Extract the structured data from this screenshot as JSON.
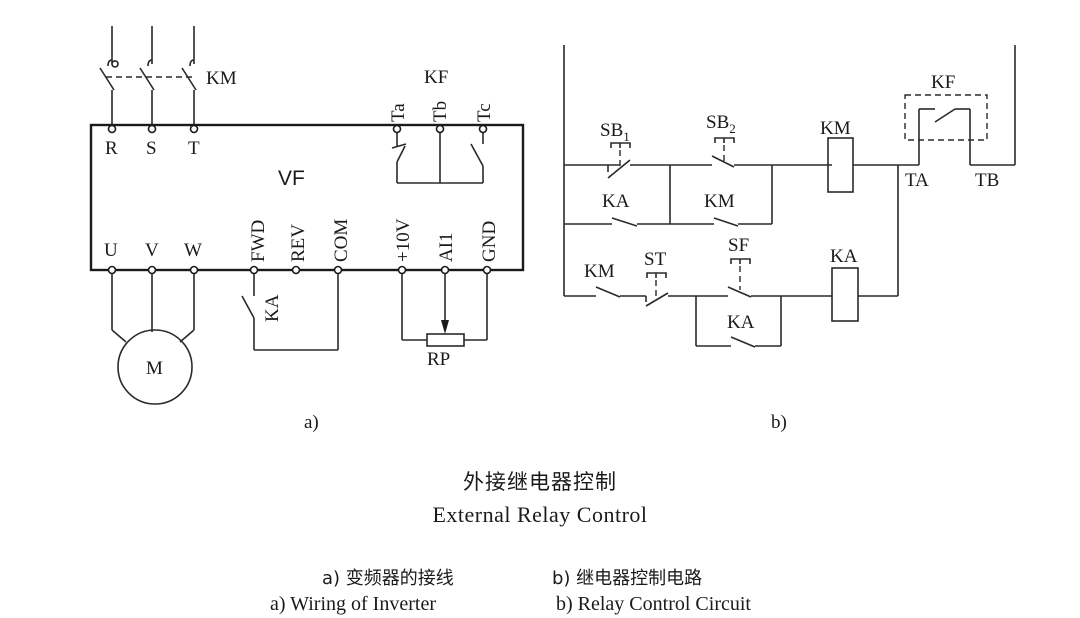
{
  "figure": {
    "title_cn": "外接继电器控制",
    "title_en": "External Relay Control",
    "panel_a": {
      "marker": "a)",
      "caption_cn": "a) 变频器的接线",
      "caption_en": "a) Wiring of Inverter",
      "inverter_label": "VF",
      "contactor_label": "KM",
      "fault_relay_label": "KF",
      "input_terminals": [
        "R",
        "S",
        "T"
      ],
      "output_terminals": [
        "U",
        "V",
        "W"
      ],
      "fault_terminals": [
        "Ta",
        "Tb",
        "Tc"
      ],
      "control_terminals": [
        "FWD",
        "REV",
        "COM"
      ],
      "analog_terminals": [
        "+10V",
        "AI1",
        "GND"
      ],
      "fwd_relay_contact": "KA",
      "motor_label": "M",
      "potentiometer_label": "RP"
    },
    "panel_b": {
      "marker": "b)",
      "caption_cn": "b) 继电器控制电路",
      "caption_en": "b) Relay Control Circuit",
      "stop_button": "SB",
      "stop_button_sub": "1",
      "start_button": "SB",
      "start_button_sub": "2",
      "ka_hold_contact": "KA",
      "km_hold_contact": "KM",
      "km_coil": "KM",
      "fault_relay": "KF",
      "fault_terminals": [
        "TA",
        "TB"
      ],
      "km_contact_row2": "KM",
      "stop_forward_button": "ST",
      "forward_button": "SF",
      "ka_hold_contact_row2": "KA",
      "ka_coil": "KA"
    }
  }
}
